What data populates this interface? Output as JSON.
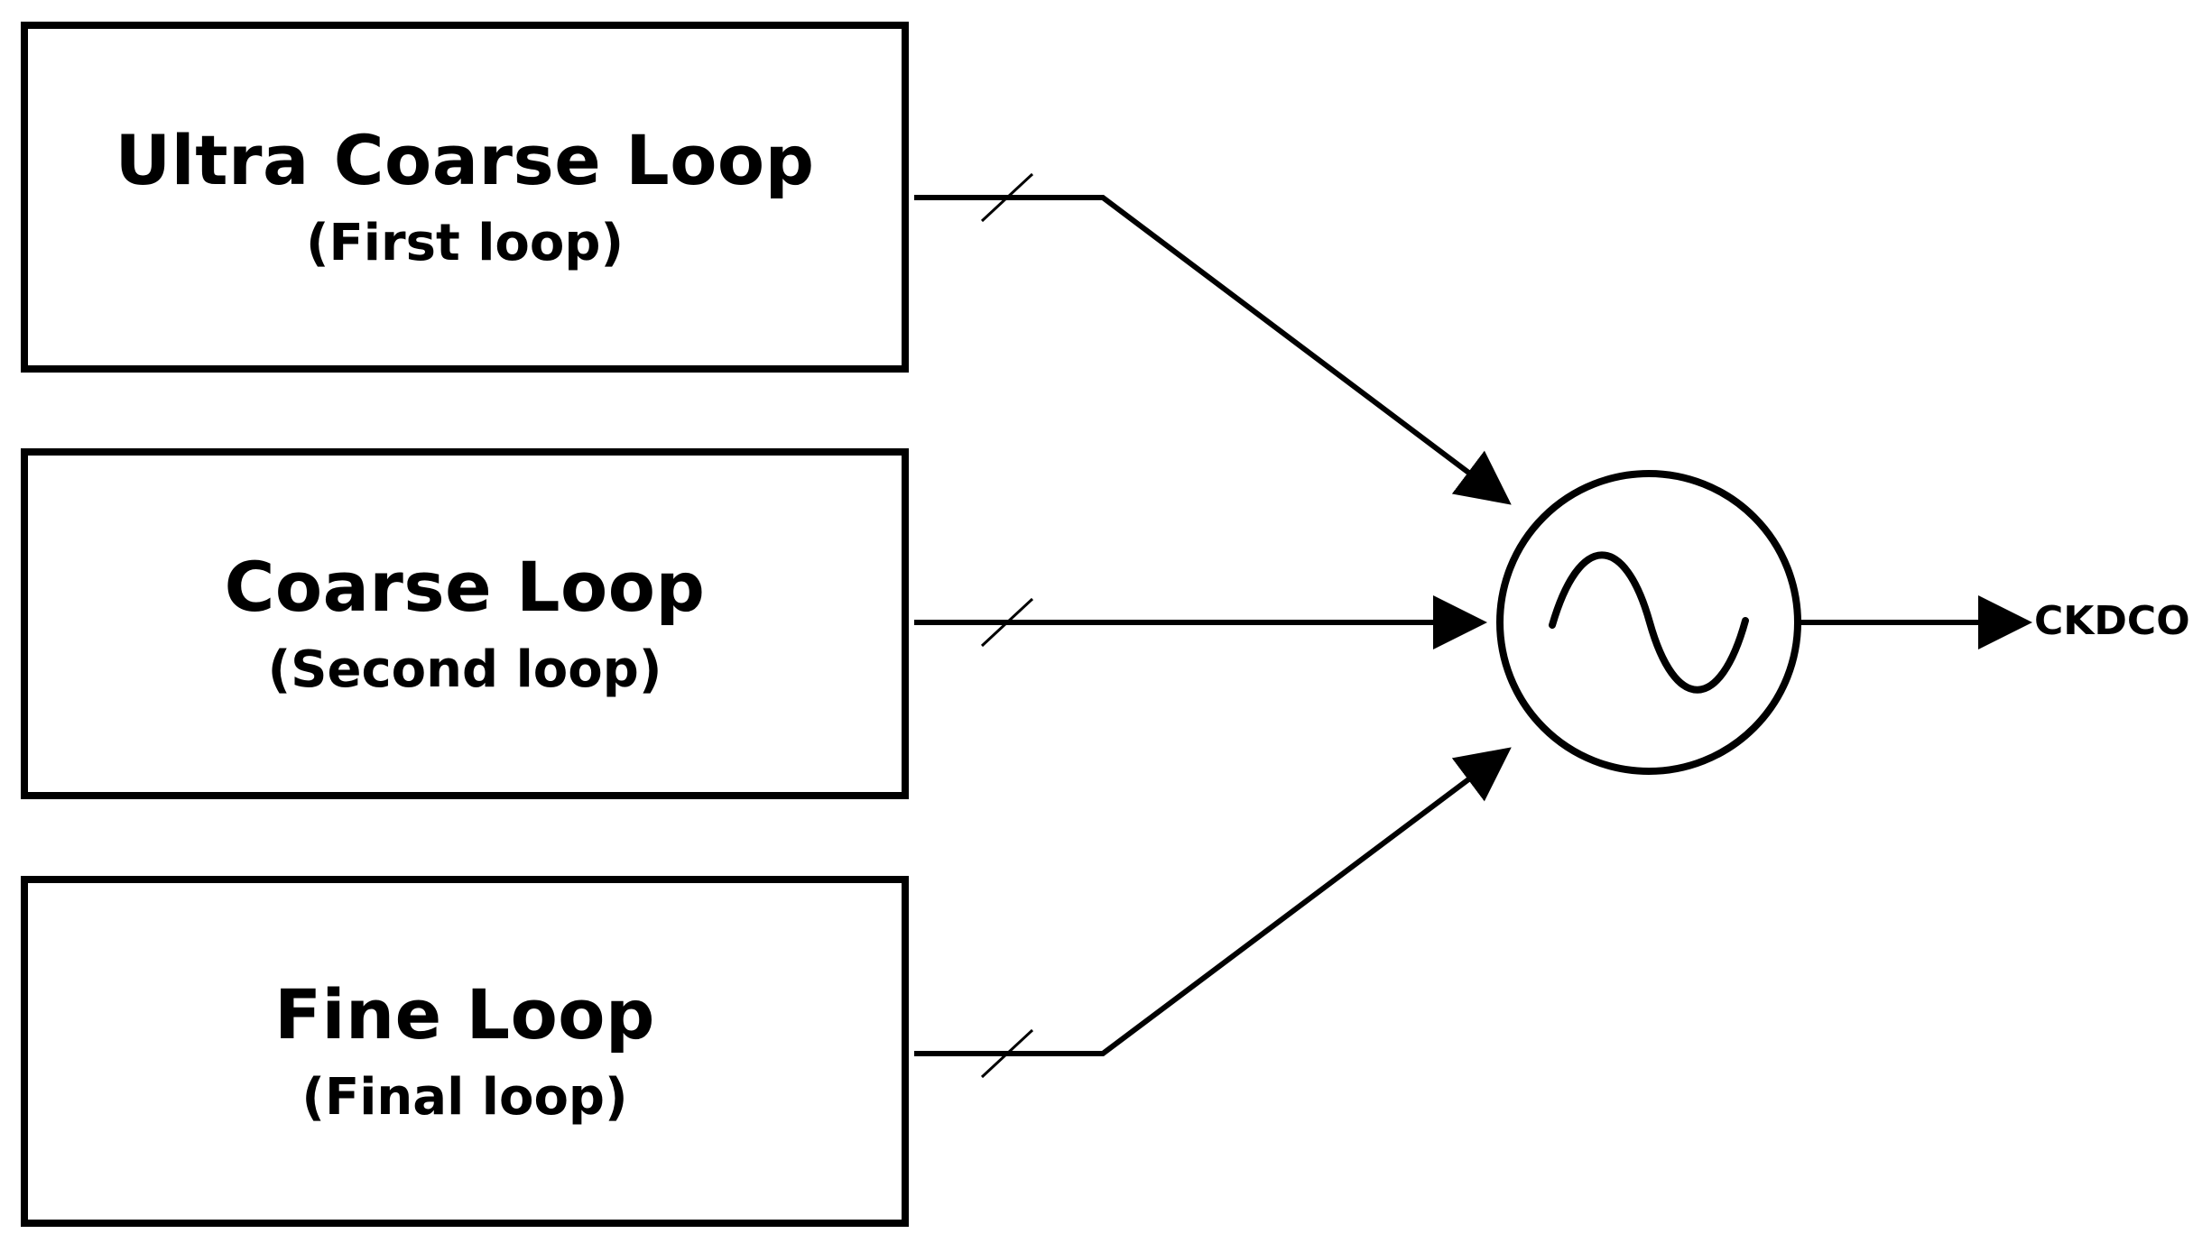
{
  "blocks": [
    {
      "title": "Ultra Coarse Loop",
      "subtitle": "(First loop)"
    },
    {
      "title": "Coarse Loop",
      "subtitle": "(Second loop)"
    },
    {
      "title": "Fine Loop",
      "subtitle": "(Final loop)"
    }
  ],
  "oscillator": {
    "icon": "sine-wave-icon"
  },
  "output": {
    "label": "CKDCO"
  }
}
